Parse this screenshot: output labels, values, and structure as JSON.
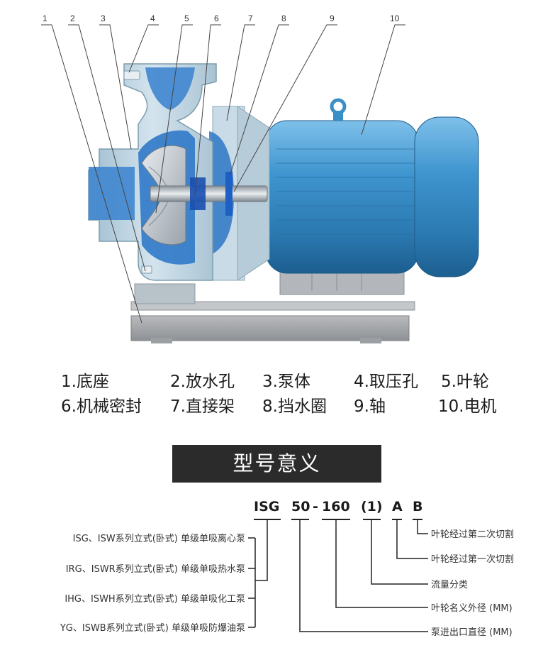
{
  "callouts": [
    "1",
    "2",
    "3",
    "4",
    "5",
    "6",
    "7",
    "8",
    "9",
    "10"
  ],
  "legend": [
    "1.底座",
    "2.放水孔",
    "3.泵体",
    "4.取压孔",
    "5.叶轮",
    "6.机械密封",
    "7.直接架",
    "8.挡水圈",
    "9.轴",
    "10.电机"
  ],
  "section_title": "型号意义",
  "model_code": [
    "ISG",
    "50",
    "-",
    "160",
    "(1)",
    "A",
    "B"
  ],
  "series_types": [
    "ISG、ISW系列立式(卧式) 单级单吸离心泵",
    "IRG、ISWR系列立式(卧式) 单级单吸热水泵",
    "IHG、ISWH系列立式(卧式) 单级单吸化工泵",
    "YG、ISWB系列立式(卧式) 单级单吸防爆油泵"
  ],
  "code_meanings": [
    "叶轮经过第二次切割",
    "叶轮经过第一次切割",
    "流量分类",
    "叶轮名义外径 (MM)",
    "泵进出口直径 (MM)"
  ],
  "colors": {
    "pump_body": "#c9dbe6",
    "pump_outline": "#8aa7b8",
    "motor": "#3a8fc7",
    "base": "#a8aaad",
    "impeller": "#bfc5cc",
    "blue_seal": "#1e66c9",
    "title_bar": "#2b2b2b"
  }
}
